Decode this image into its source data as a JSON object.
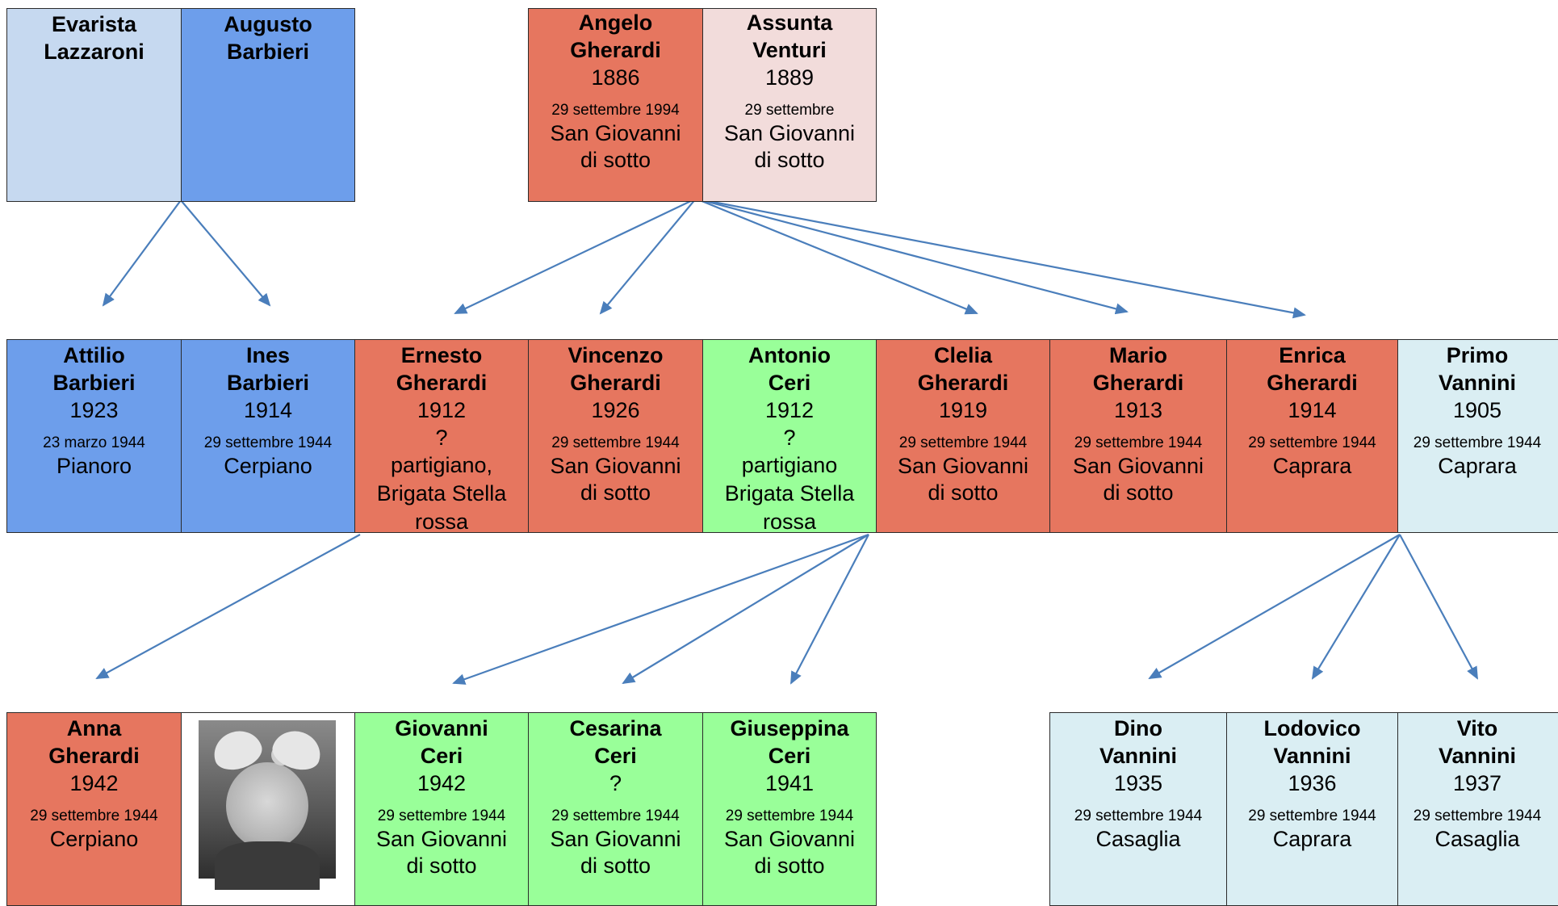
{
  "colors": {
    "light_blue": "#c6d9f0",
    "blue": "#6d9eeb",
    "salmon": "#e6765f",
    "pink": "#f2dcdb",
    "green": "#99ff99",
    "pale_blue": "#daeef3",
    "arrow": "#4a7ebb"
  },
  "people": {
    "evarista": {
      "first": "Evarista",
      "last": "Lazzaroni"
    },
    "augusto": {
      "first": "Augusto",
      "last": "Barbieri"
    },
    "angelo": {
      "first": "Angelo",
      "last": "Gherardi",
      "year": "1886",
      "date": "29 settembre 1994",
      "place1": "San Giovanni",
      "place2": "di sotto"
    },
    "assunta": {
      "first": "Assunta",
      "last": "Venturi",
      "year": "1889",
      "date": "29 settembre",
      "place1": "San Giovanni",
      "place2": "di sotto"
    },
    "attilio": {
      "first": "Attilio",
      "last": "Barbieri",
      "year": "1923",
      "date": "23 marzo 1944",
      "place1": "Pianoro"
    },
    "ines": {
      "first": "Ines",
      "last": "Barbieri",
      "year": "1914",
      "date": "29 settembre 1944",
      "place1": "Cerpiano"
    },
    "ernesto": {
      "first": "Ernesto",
      "last": "Gherardi",
      "year": "1912",
      "status": "?",
      "note1": "partigiano,",
      "note2": "Brigata Stella",
      "note3": "rossa"
    },
    "vincenzo": {
      "first": "Vincenzo",
      "last": "Gherardi",
      "year": "1926",
      "date": "29 settembre 1944",
      "place1": "San Giovanni",
      "place2": "di sotto"
    },
    "antonio": {
      "first": "Antonio",
      "last": "Ceri",
      "year": "1912",
      "status": "?",
      "note1": "partigiano",
      "note2": "Brigata Stella",
      "note3": "rossa"
    },
    "clelia": {
      "first": "Clelia",
      "last": "Gherardi",
      "year": "1919",
      "date": "29 settembre 1944",
      "place1": "San Giovanni",
      "place2": "di sotto"
    },
    "mario": {
      "first": "Mario",
      "last": "Gherardi",
      "year": "1913",
      "date": "29 settembre 1944",
      "place1": "San Giovanni",
      "place2": "di sotto"
    },
    "enrica": {
      "first": "Enrica",
      "last": "Gherardi",
      "year": "1914",
      "date": "29 settembre 1944",
      "place1": "Caprara"
    },
    "primo": {
      "first": "Primo",
      "last": "Vannini",
      "year": "1905",
      "date": "29 settembre 1944",
      "place1": "Caprara"
    },
    "anna": {
      "first": "Anna",
      "last": "Gherardi",
      "year": "1942",
      "date": "29 settembre 1944",
      "place1": "Cerpiano"
    },
    "giovanni": {
      "first": "Giovanni",
      "last": "Ceri",
      "year": "1942",
      "date": "29 settembre 1944",
      "place1": "San Giovanni",
      "place2": "di sotto"
    },
    "cesarina": {
      "first": "Cesarina",
      "last": "Ceri",
      "year": "?",
      "date": "29 settembre 1944",
      "place1": "San Giovanni",
      "place2": "di sotto"
    },
    "giuseppina": {
      "first": "Giuseppina",
      "last": "Ceri",
      "year": "1941",
      "date": "29 settembre 1944",
      "place1": "San Giovanni",
      "place2": "di sotto"
    },
    "dino": {
      "first": "Dino",
      "last": "Vannini",
      "year": "1935",
      "date": "29 settembre 1944",
      "place1": "Casaglia"
    },
    "lodovico": {
      "first": "Lodovico",
      "last": "Vannini",
      "year": "1936",
      "date": "29 settembre 1944",
      "place1": "Caprara"
    },
    "vito": {
      "first": "Vito",
      "last": "Vannini",
      "year": "1937",
      "date": "29 settembre 1944",
      "place1": "Casaglia"
    }
  }
}
